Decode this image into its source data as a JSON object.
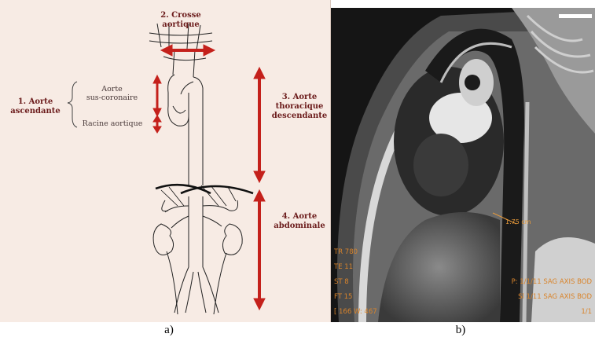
{
  "panel_a": {
    "labels": {
      "crosse": "2. Crosse\naortique",
      "ascending": "1. Aorte\nascendante",
      "supra_coronary": "Aorte\nsus-coronaire",
      "root": "Racine aortique",
      "thoracic": "3. Aorte\nthoracique\ndescendante",
      "abdominal": "4. Aorte\nabdominale"
    },
    "caption": "a)"
  },
  "panel_b": {
    "measurement": "1.75 cm",
    "overlay_text": {
      "left": [
        "TR 780",
        "TE 11",
        "ST 8",
        "FT 15",
        "[ 166 W: 467"
      ],
      "right": [
        "P: 1/1/11 SAG AXIS BOD",
        "Sl 1/11 SAG AXIS BOD",
        "1/1"
      ]
    },
    "caption": "b)"
  },
  "colors": {
    "arrow": "#c4201b",
    "panel_bg": "#f7ebe4",
    "label_text": "#6b1b1b",
    "mri_overlay": "#d9842b"
  }
}
